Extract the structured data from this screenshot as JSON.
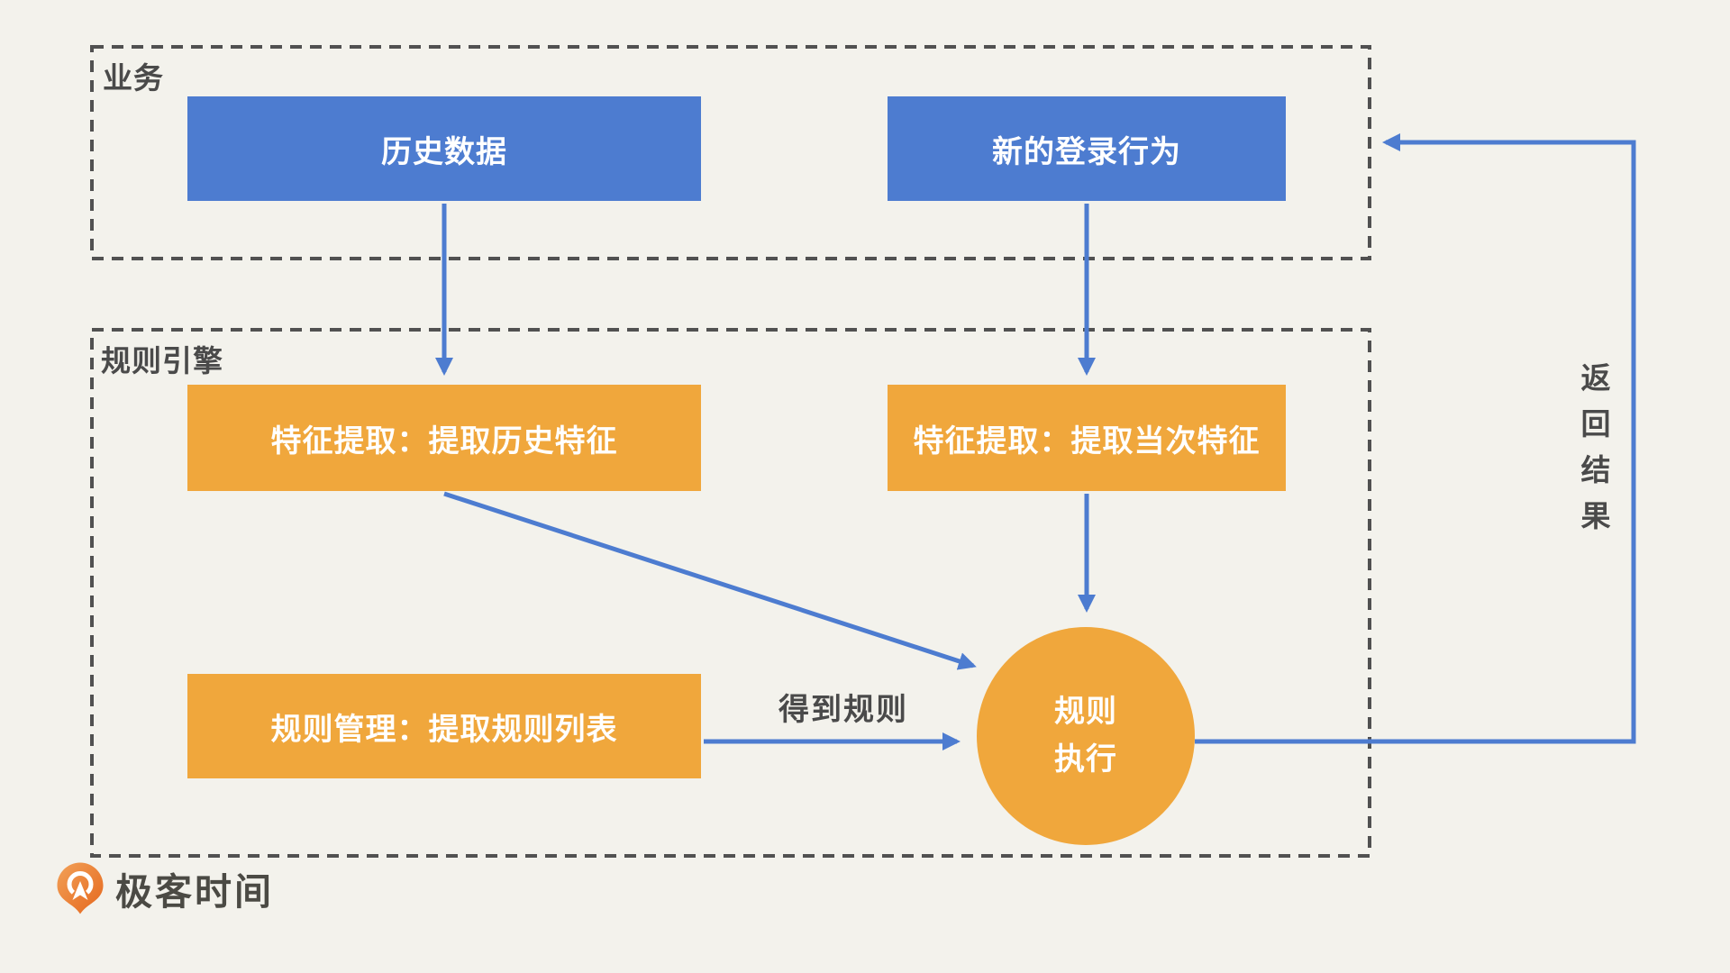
{
  "colors": {
    "background": "#f3f2ec",
    "node_blue": "#4d7cd0",
    "node_orange": "#f0a73c",
    "arrow_blue": "#4d7cd0",
    "dashed_border": "#515151",
    "label_gray": "#4a4a4a",
    "node_text": "#ffffff",
    "logo_text": "#4b4a44",
    "logo_orange_light": "#f2a158",
    "logo_orange_dark": "#e5671d"
  },
  "diagram": {
    "groups": [
      {
        "id": "business",
        "label": "业务"
      },
      {
        "id": "rule-engine",
        "label": "规则引擎"
      }
    ],
    "nodes": {
      "historical_data": {
        "label": "历史数据"
      },
      "new_login": {
        "label": "新的登录行为"
      },
      "feature_extract_history": {
        "label": "特征提取：提取历史特征"
      },
      "feature_extract_current": {
        "label": "特征提取：提取当次特征"
      },
      "rule_management": {
        "label": "规则管理：提取规则列表"
      },
      "rule_execution": {
        "label_line1": "规则",
        "label_line2": "执行"
      }
    },
    "edge_labels": {
      "get_rules": "得到规则",
      "return_result": "返回结果"
    }
  },
  "footer": {
    "logo_text": "极客时间"
  }
}
